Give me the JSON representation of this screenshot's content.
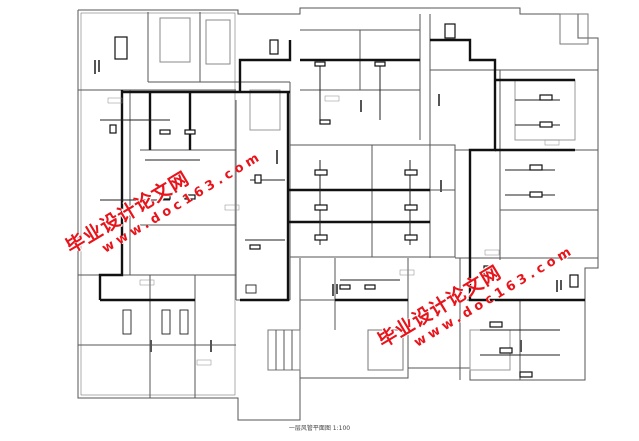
{
  "drawing": {
    "caption": "一层风管平面图   1:100"
  },
  "watermarks": [
    {
      "id": "wm1",
      "cn": "毕业设计论文网",
      "url": "www.doc163.com"
    },
    {
      "id": "wm2",
      "cn": "毕业设计论文网",
      "url": "www.doc163.com"
    }
  ],
  "colors": {
    "line": "#1a1a1a",
    "wall": "#555555",
    "light": "#9a9a9a",
    "hatch": "#c8c8c8",
    "watermark": "#e8141b"
  }
}
